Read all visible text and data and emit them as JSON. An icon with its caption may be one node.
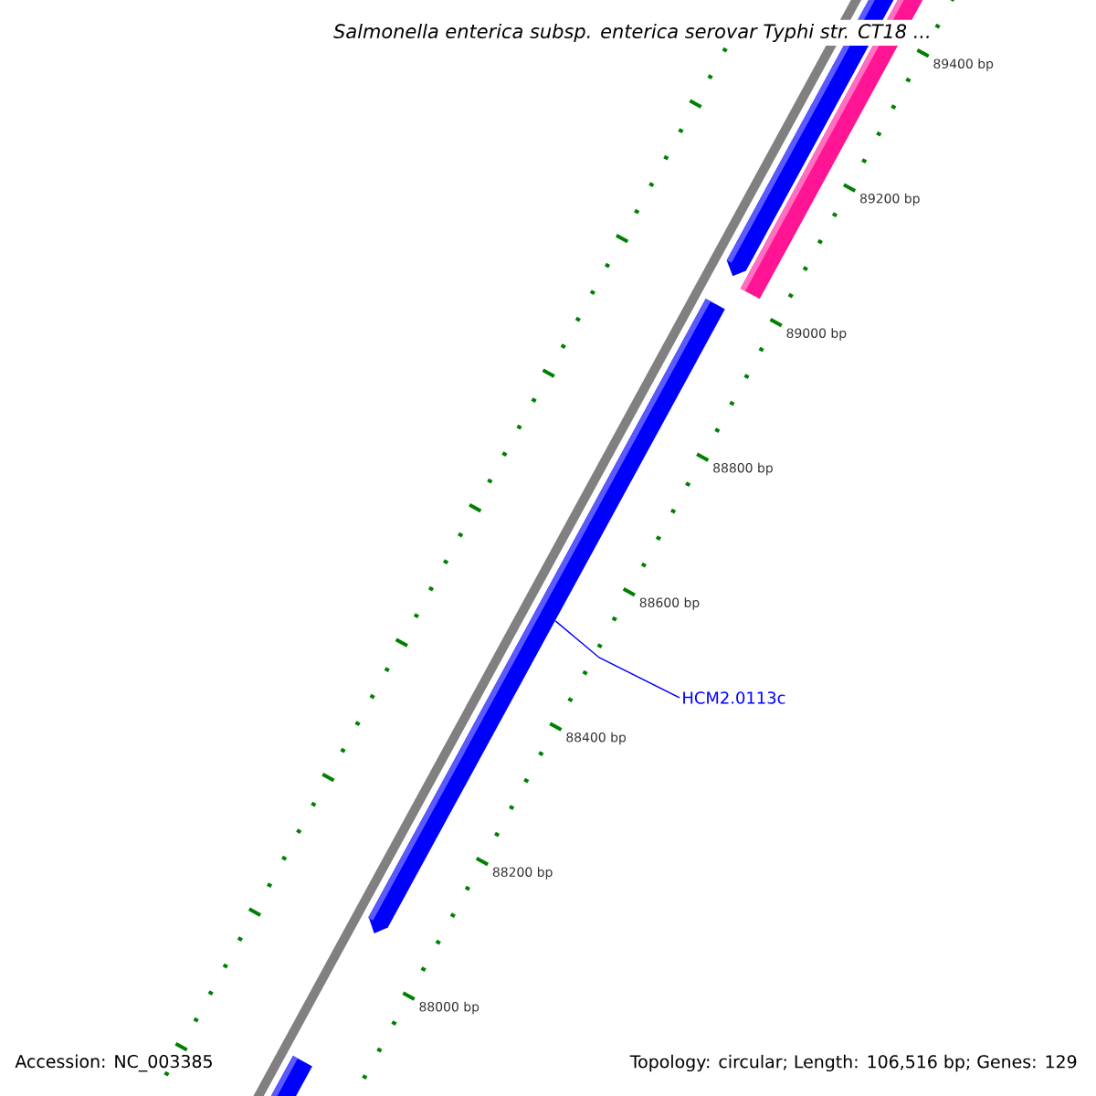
{
  "diagram": {
    "title": "Salmonella enterica subsp. enterica serovar Typhi str. CT18 ...",
    "nodes": [
      {
        "text": [
          "HCM2.0113c"
        ]
      },
      {
        "text": [],
        "shape": "bar"
      }
    ],
    "edges": [
      {
        "from": 0,
        "to": 1,
        "arrow": "none"
      }
    ],
    "labels": [
      "89400 bp",
      "89200 bp",
      "89000 bp",
      "88800 bp",
      "88600 bp",
      "88400 bp",
      "88200 bp",
      "88000 bp",
      "Accession: NC_003385",
      "Topology: circular; Length: 106,516 bp; Genes: 129"
    ]
  }
}
